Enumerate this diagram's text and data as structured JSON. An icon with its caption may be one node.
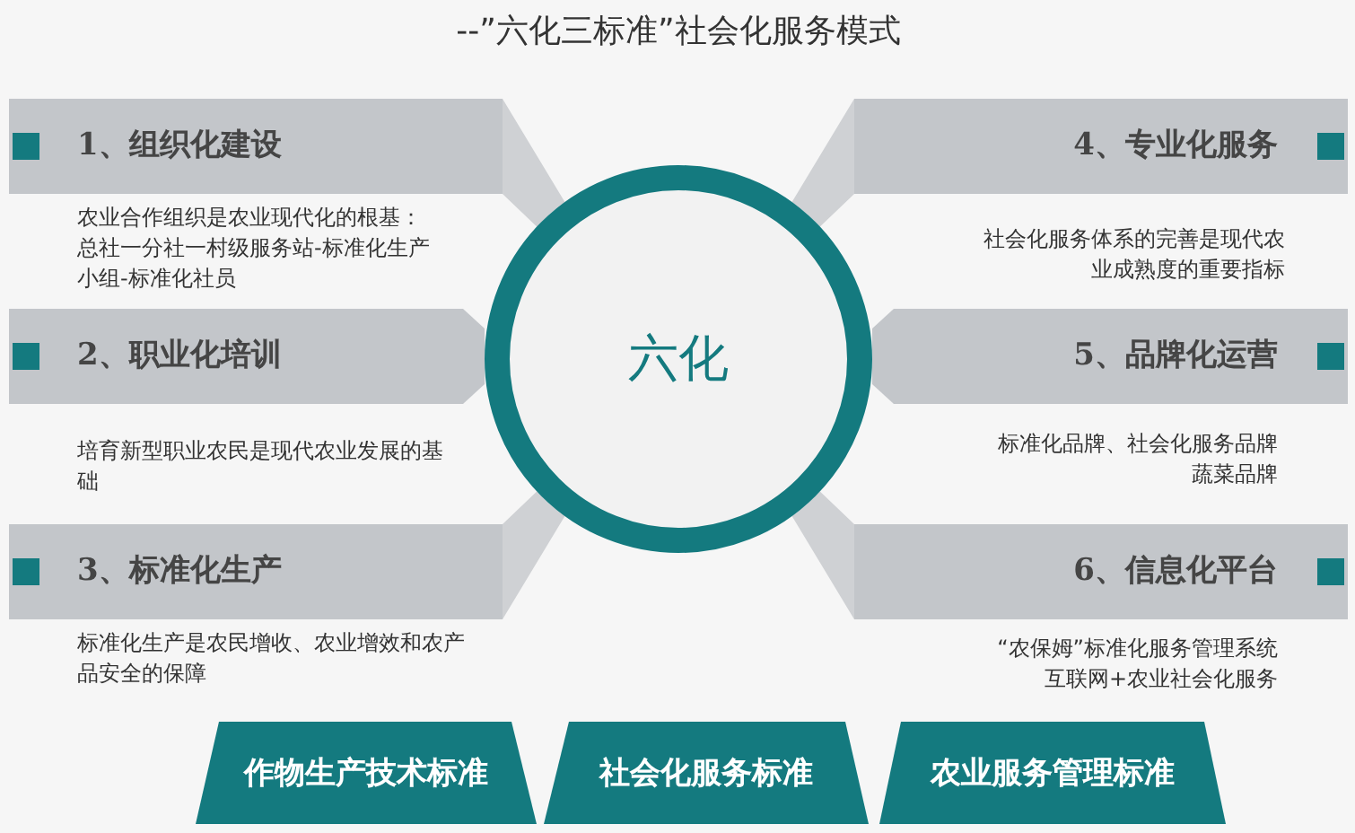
{
  "diagram": {
    "title": "--”六化三标准”社会化服务模式",
    "nodes": [
      {
        "text": [
          "1、组织化建设"
        ],
        "beside": [
          "农业合作组织是农业现代化的根基：",
          "总社一分社一村级服务站-标准化生产小组-标准化社员"
        ]
      },
      {
        "text": [
          "2、职业化培训"
        ],
        "beside": [
          "培育新型职业农民是现代农业发展的基础"
        ]
      },
      {
        "text": [
          "3、标准化生产"
        ],
        "beside": [
          "标准化生产是农民增收、农业增效和农产品安全的保障"
        ]
      },
      {
        "text": [
          "六化"
        ]
      },
      {
        "text": [
          "4、专业化服务"
        ],
        "beside": [
          "社会化服务体系的完善是现代农业成熟度的重要指标"
        ]
      },
      {
        "text": [
          "5、品牌化运营"
        ],
        "beside": [
          "标准化品牌、社会化服务品牌",
          "蔬菜品牌"
        ]
      },
      {
        "text": [
          "6、信息化平台"
        ],
        "beside": [
          "“农保姆”标准化服务管理系统",
          "互联网+农业社会化服务"
        ]
      },
      {
        "text": [
          "作物生产技术标准"
        ]
      },
      {
        "text": [
          "社会化服务标准"
        ]
      },
      {
        "text": [
          "农业服务管理标准"
        ]
      }
    ]
  }
}
